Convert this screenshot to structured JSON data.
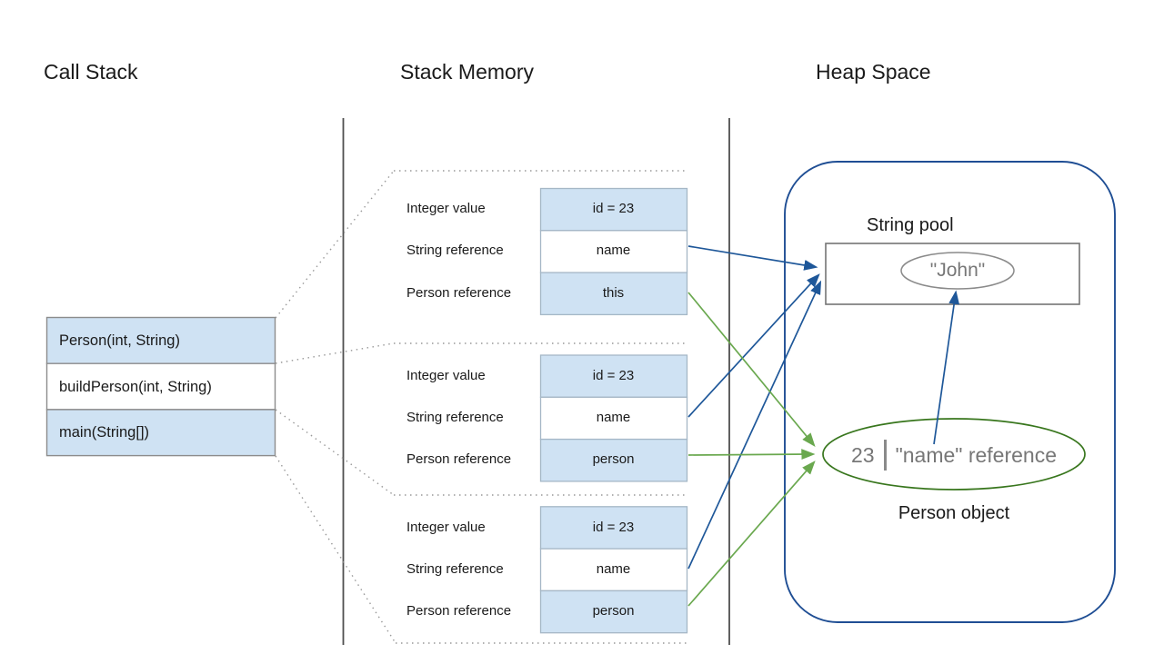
{
  "titles": {
    "call_stack": "Call Stack",
    "stack_memory": "Stack Memory",
    "heap_space": "Heap Space"
  },
  "call_stack": {
    "frames": [
      {
        "label": "Person(int, String)"
      },
      {
        "label": "buildPerson(int, String)"
      },
      {
        "label": "main(String[])"
      }
    ]
  },
  "stack_frames": [
    {
      "rows": [
        {
          "label": "Integer value",
          "value": "id = 23"
        },
        {
          "label": "String reference",
          "value": "name"
        },
        {
          "label": "Person reference",
          "value": "this"
        }
      ]
    },
    {
      "rows": [
        {
          "label": "Integer value",
          "value": "id = 23"
        },
        {
          "label": "String reference",
          "value": "name"
        },
        {
          "label": "Person reference",
          "value": "person"
        }
      ]
    },
    {
      "rows": [
        {
          "label": "Integer value",
          "value": "id = 23"
        },
        {
          "label": "String reference",
          "value": "name"
        },
        {
          "label": "Person reference",
          "value": "person"
        }
      ]
    }
  ],
  "heap": {
    "string_pool_label": "String pool",
    "string_value": "\"John\"",
    "person_object": {
      "id_value": "23",
      "name_reference": "\"name\" reference",
      "caption": "Person object"
    }
  },
  "colors": {
    "arrow_blue": "#1e5799",
    "arrow_green": "#6aa84f",
    "heap_border": "#1f4e94",
    "person_ellipse_border": "#38761d",
    "cell_fill_blue": "#cfe2f3",
    "gray_text": "#777777"
  }
}
